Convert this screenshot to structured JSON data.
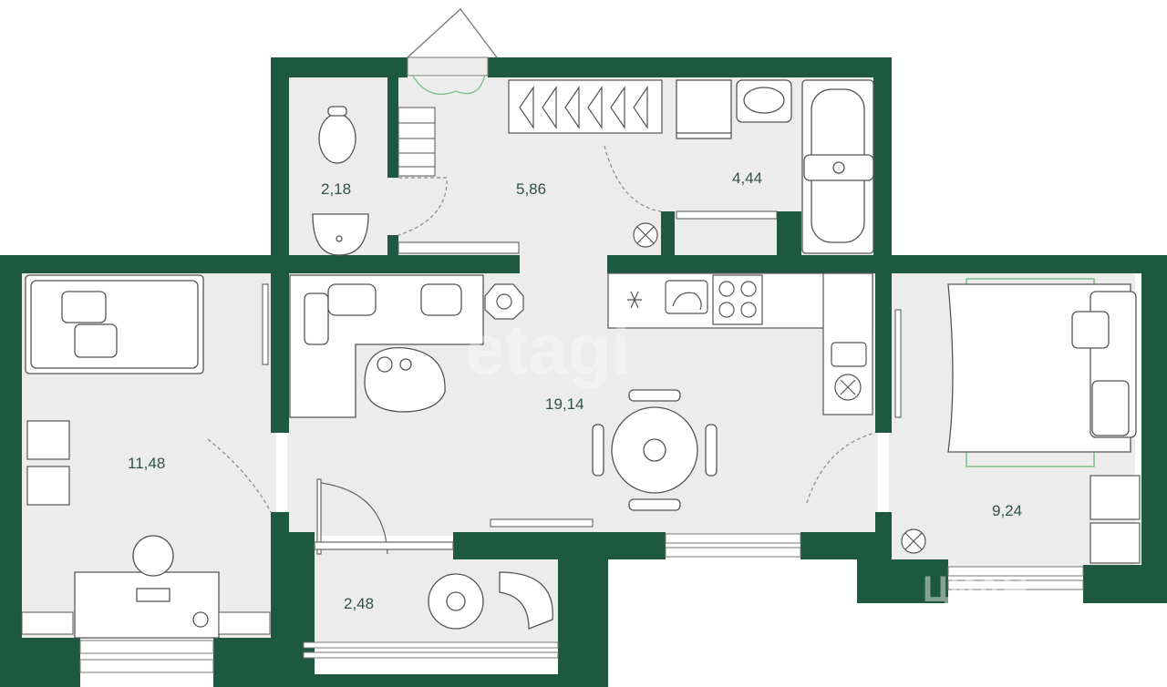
{
  "colors": {
    "wall": "#1d5840",
    "floor": "#ececed",
    "furniture_stroke": "#555555",
    "furniture_fill": "#ffffff",
    "accent_green": "#7cbf8a",
    "label": "#2f5446"
  },
  "rooms": [
    {
      "id": "wc",
      "area": "2,18"
    },
    {
      "id": "hall",
      "area": "5,86"
    },
    {
      "id": "bathroom",
      "area": "4,44"
    },
    {
      "id": "living",
      "area": "19,14"
    },
    {
      "id": "bedroom-left",
      "area": "11,48"
    },
    {
      "id": "bedroom-right",
      "area": "9,24"
    },
    {
      "id": "balcony",
      "area": "2,48"
    }
  ],
  "watermarks": {
    "center": "etagi",
    "corner": "ЦИАН"
  },
  "icons": [
    "toilet-icon",
    "sink-icon",
    "bathtub-icon",
    "washing-machine-icon",
    "bed-icon",
    "sofa-icon",
    "dining-table-icon",
    "stove-icon",
    "plant-icon",
    "armchair-icon",
    "door-icon",
    "window-icon",
    "radiator-icon",
    "wardrobe-icon"
  ]
}
